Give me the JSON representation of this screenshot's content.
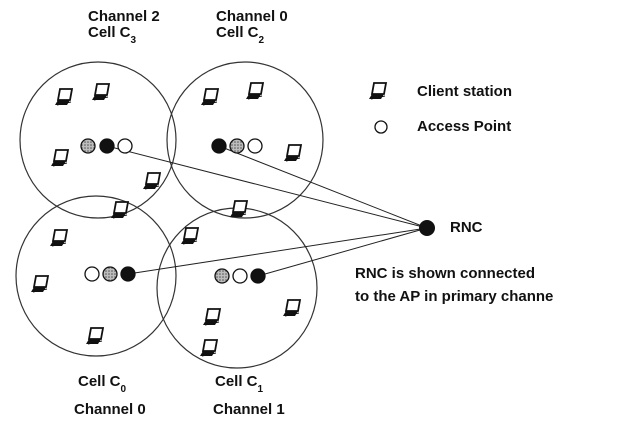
{
  "cells": [
    {
      "id": "c3",
      "channel": "Channel 2",
      "name": "Cell C",
      "sub": "3"
    },
    {
      "id": "c2",
      "channel": "Channel 0",
      "name": "Cell C",
      "sub": "2"
    },
    {
      "id": "c0",
      "channel": "Channel 0",
      "name": "Cell C",
      "sub": "0"
    },
    {
      "id": "c1",
      "channel": "Channel 1",
      "name": "Cell C",
      "sub": "1"
    }
  ],
  "legend": {
    "client": "Client station",
    "ap": "Access Point"
  },
  "rnc": {
    "label": "RNC",
    "note_line1": "RNC is shown connected",
    "note_line2": "to the AP in primary channe"
  },
  "colors": {
    "line": "#222222",
    "filled_ap": "#111111",
    "hatched_ap": "#9a9a9a",
    "open_ap": "#ffffff"
  }
}
